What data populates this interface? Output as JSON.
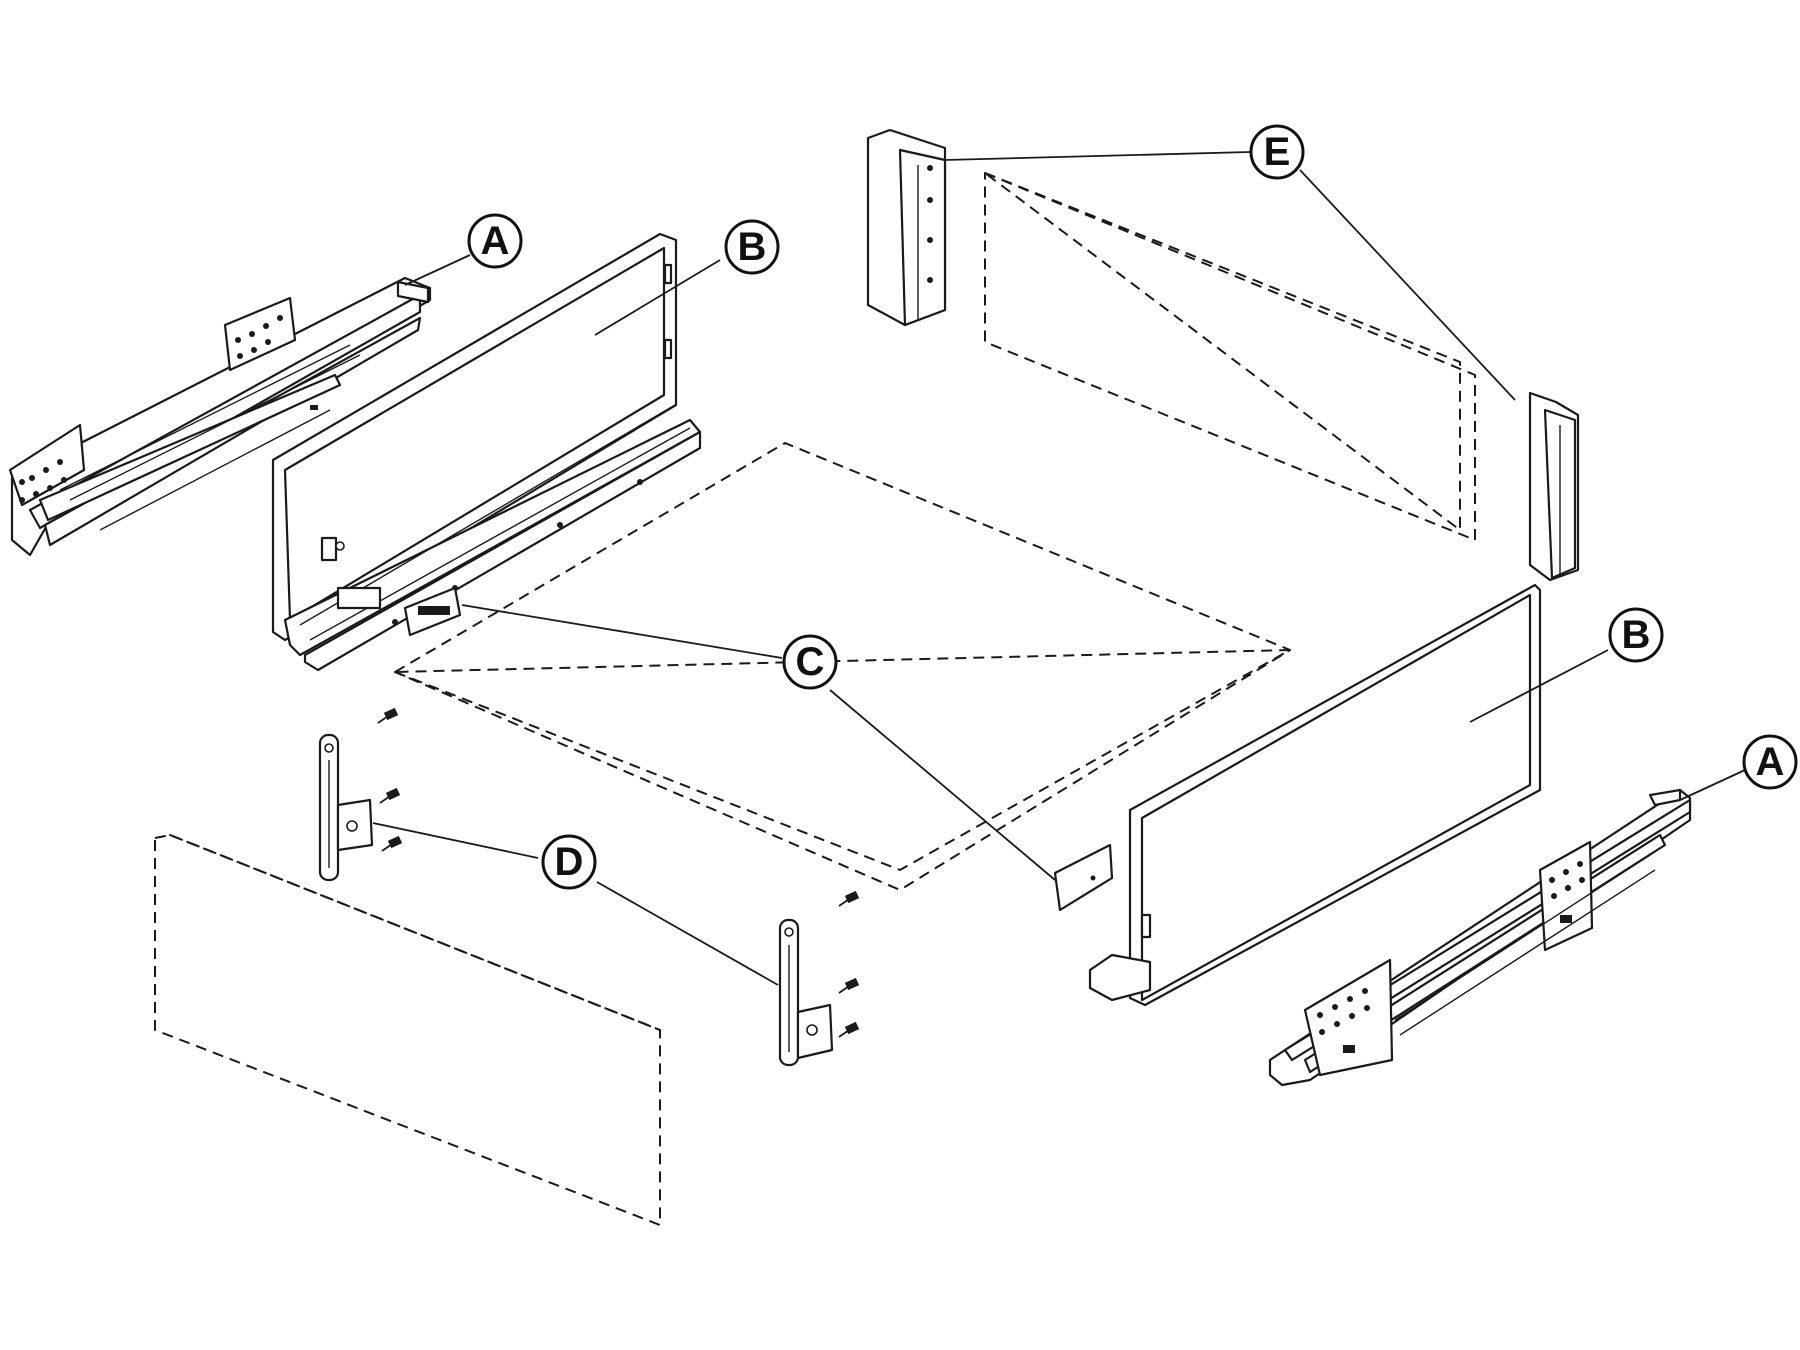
{
  "callouts": {
    "a_left": "A",
    "b_left": "B",
    "e": "E",
    "c": "C",
    "d": "D",
    "b_right": "B",
    "a_right": "A"
  },
  "colors": {
    "line": "#1a1a1a",
    "background": "#ffffff"
  }
}
